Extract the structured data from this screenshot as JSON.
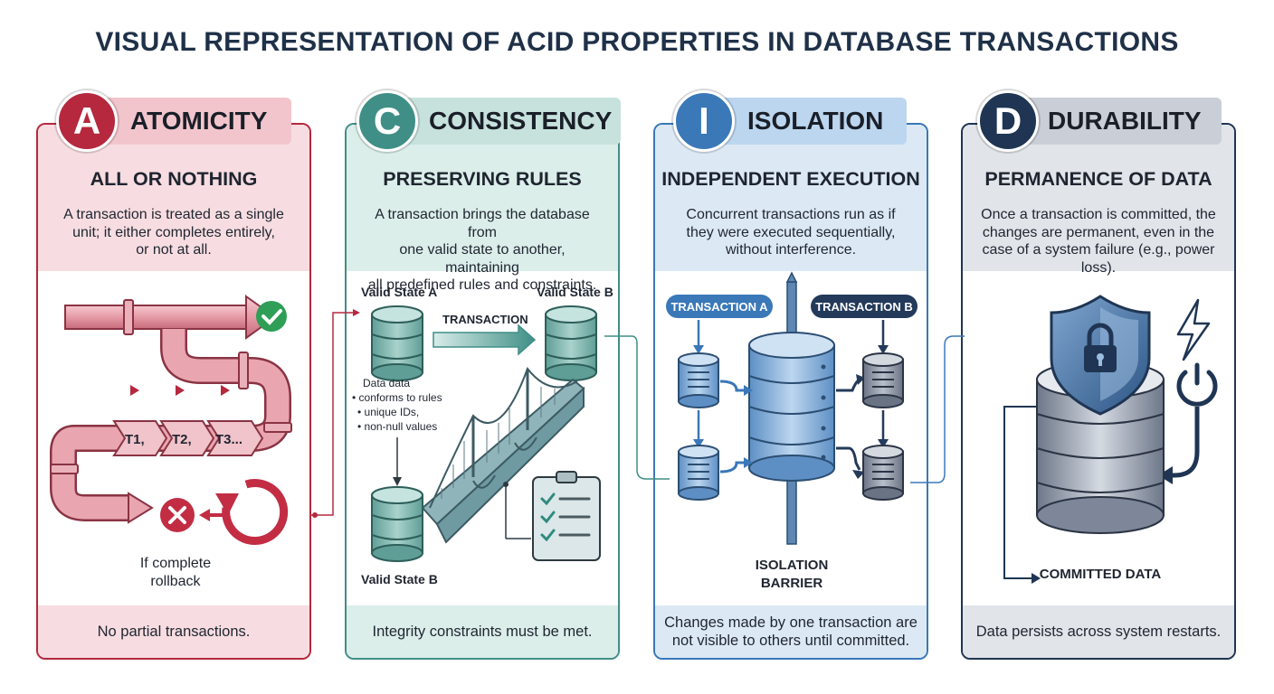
{
  "title": "VISUAL REPRESENTATION OF ACID PROPERTIES IN DATABASE TRANSACTIONS",
  "panels": [
    {
      "letter": "A",
      "name": "ATOMICITY",
      "subtitle": "ALL OR NOTHING",
      "description": [
        "A transaction is treated as a single",
        "unit; it either completes entirely,",
        "or not at all."
      ],
      "steps": [
        "T1,",
        "T2,",
        "T3..."
      ],
      "rollback_label": [
        "If complete",
        "rollback"
      ],
      "footer": "No partial transactions.",
      "color": "#b5283e",
      "tint": "#f7dde1"
    },
    {
      "letter": "C",
      "name": "CONSISTENCY",
      "subtitle": "PRESERVING RULES",
      "description": [
        "A transaction brings the database from",
        "one valid state to another, maintaining",
        "all predefined rules and constraints."
      ],
      "state_a": "Valid State A",
      "state_b_top": "Valid State B",
      "state_b_bottom": "Valid State B",
      "transaction_label": "TRANSACTION",
      "rules": [
        "Data data",
        "• conforms to rules",
        "• unique IDs,",
        "• non-null values"
      ],
      "footer": "Integrity constraints must be met.",
      "color": "#3f8f86",
      "tint": "#dbeeea"
    },
    {
      "letter": "I",
      "name": "ISOLATION",
      "subtitle": "INDEPENDENT EXECUTION",
      "description": [
        "Concurrent transactions run as if",
        "they were executed sequentially,",
        "without interference."
      ],
      "transaction_a": "TRANSACTION A",
      "transaction_b": "TRANSACTION B",
      "barrier_label": [
        "ISOLATION",
        "BARRIER"
      ],
      "footer": [
        "Changes made by one transaction are",
        "not visible to others until committed."
      ],
      "color": "#3a78b8",
      "tint": "#dce9f5"
    },
    {
      "letter": "D",
      "name": "DURABILITY",
      "subtitle": "PERMANENCE OF DATA",
      "description": [
        "Once a transaction is committed, the",
        "changes are permanent, even in the",
        "case of a system failure (e.g., power loss)."
      ],
      "committed_label": "COMMITTED DATA",
      "footer": "Data persists across system restarts.",
      "color": "#1f3553",
      "tint": "#e1e4e9"
    }
  ]
}
